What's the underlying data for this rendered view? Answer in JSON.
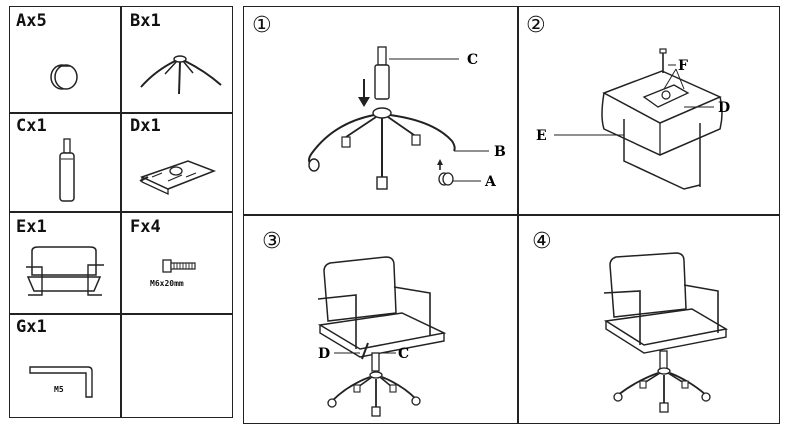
{
  "parts": [
    {
      "label": "Ax5",
      "icon": "caster-wheel-icon"
    },
    {
      "label": "Bx1",
      "icon": "star-base-icon"
    },
    {
      "label": "Cx1",
      "icon": "gas-cylinder-icon"
    },
    {
      "label": "Dx1",
      "icon": "seat-mechanism-icon"
    },
    {
      "label": "Ex1",
      "icon": "chair-seat-icon"
    },
    {
      "label": "Fx4",
      "icon": "bolt-icon",
      "note": "M6x20mm"
    },
    {
      "label": "Gx1",
      "icon": "allen-key-icon",
      "note": "M5"
    },
    {
      "label": "",
      "icon": ""
    }
  ],
  "steps": [
    {
      "number": "①",
      "callouts": {
        "c": "C",
        "b": "B",
        "a": "A"
      }
    },
    {
      "number": "②",
      "callouts": {
        "f": "F",
        "d": "D",
        "e": "E"
      }
    },
    {
      "number": "③",
      "callouts": {
        "d": "D",
        "c": "C"
      }
    },
    {
      "number": "④"
    }
  ]
}
